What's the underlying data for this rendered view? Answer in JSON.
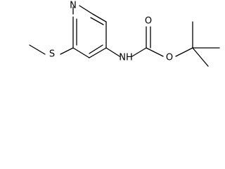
{
  "molecule": {
    "atoms": {
      "N_ring": "N",
      "S": "S",
      "NH": "NH",
      "O_carbonyl": "O",
      "O_ester": "O"
    }
  }
}
